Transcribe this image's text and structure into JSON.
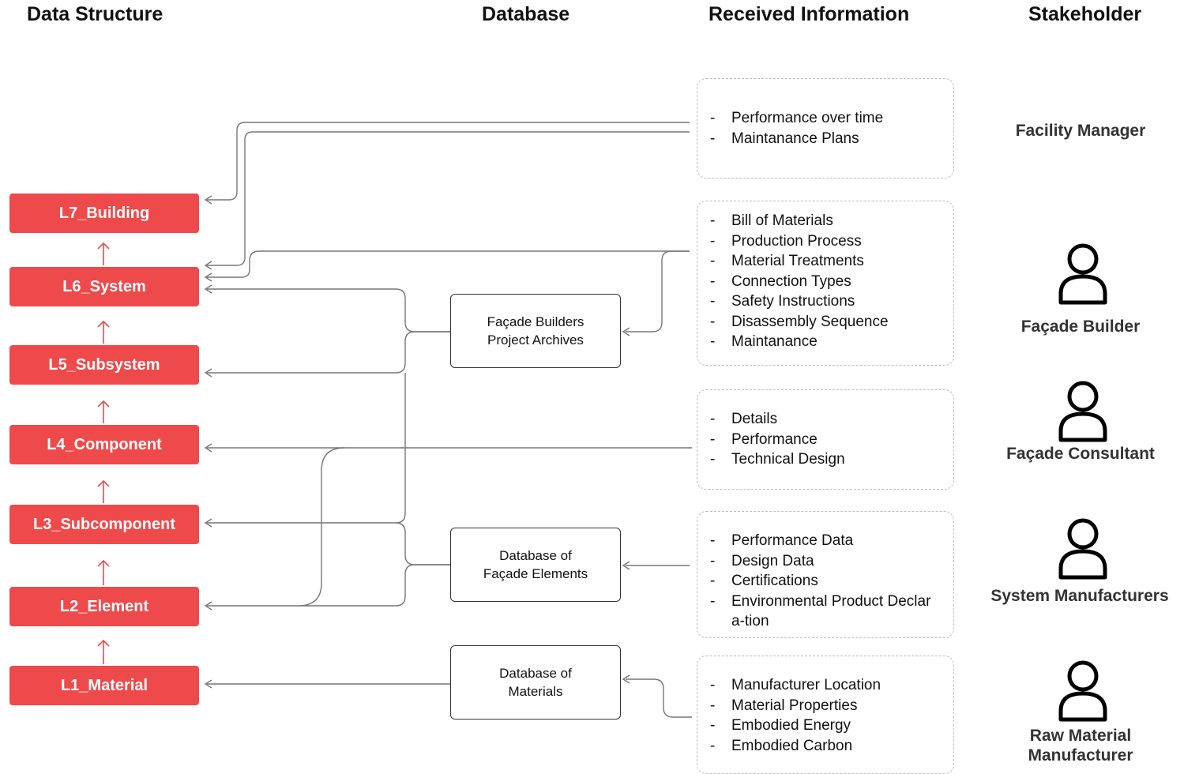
{
  "headers": {
    "data_structure": "Data Structure",
    "database": "Database",
    "received_information": "Received Information",
    "stakeholder": "Stakeholder"
  },
  "levels": {
    "l7": "L7_Building",
    "l6": "L6_System",
    "l5": "L5_Subsystem",
    "l4": "L4_Component",
    "l3": "L3_Subcomponent",
    "l2": "L2_Element",
    "l1": "L1_Material"
  },
  "databases": {
    "builders": [
      "Façade Builders",
      "Project Archives"
    ],
    "elements": [
      "Database of",
      "Façade Elements"
    ],
    "materials": [
      "Database of",
      "Materials"
    ]
  },
  "info": {
    "facility": [
      "Performance over time",
      "Maintanance Plans"
    ],
    "builder": [
      "Bill of Materials",
      "Production Process",
      "Material Treatments",
      "Connection Types",
      "Safety Instructions",
      "Disassembly Sequence",
      "Maintanance"
    ],
    "consultant": [
      "Details",
      "Performance",
      "Technical Design"
    ],
    "system": [
      "Performance Data",
      "Design Data",
      "Certifications",
      "Environmental Product Declara-tion"
    ],
    "raw": [
      "Manufacturer Location",
      "Material Properties",
      "Embodied Energy",
      "Embodied Carbon"
    ]
  },
  "stakeholders": {
    "facility_manager": "Facility Manager",
    "facade_builder": "Façade Builder",
    "facade_consultant": "Façade Consultant",
    "system_manufacturers": "System Manufacturers",
    "raw_material_1": "Raw Material",
    "raw_material_2": "Manufacturer"
  },
  "icons": {
    "person": "person-outline-icon",
    "arrow": "arrow-head-icon"
  },
  "colors": {
    "level_fill": "#ef4a4b",
    "level_arrow": "#ef4a4b",
    "connector": "#777777",
    "dashed_border": "#bdbdbd"
  }
}
